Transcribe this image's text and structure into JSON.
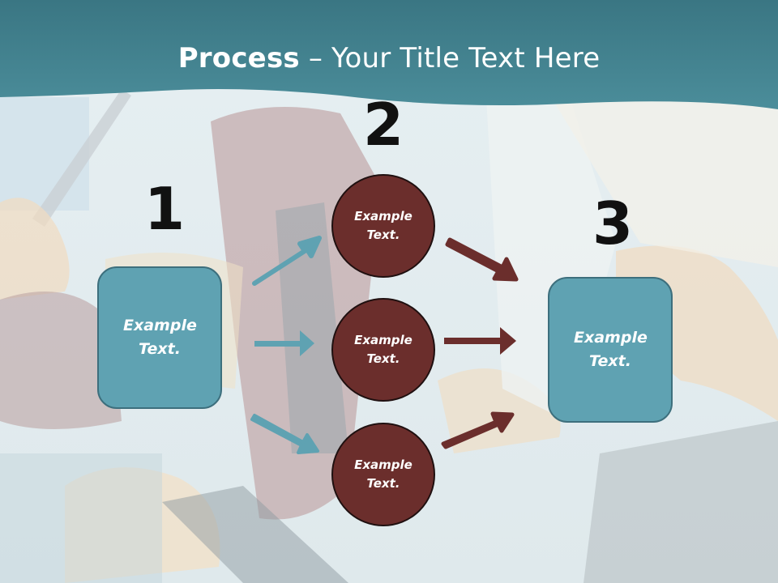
{
  "title": {
    "bold": "Process",
    "rest": " – Your Title Text Here"
  },
  "steps": [
    {
      "number": "1",
      "text": "Example Text."
    },
    {
      "number": "2",
      "items": [
        "Example Text.",
        "Example Text.",
        "Example Text."
      ]
    },
    {
      "number": "3",
      "text": "Example Text."
    }
  ],
  "colors": {
    "header": "#3f7f8c",
    "box_fill": "#5fa2b2",
    "circle_fill": "#6b2e2c",
    "arrow_teal": "#5fa2b2",
    "arrow_maroon": "#6b2e2c"
  }
}
